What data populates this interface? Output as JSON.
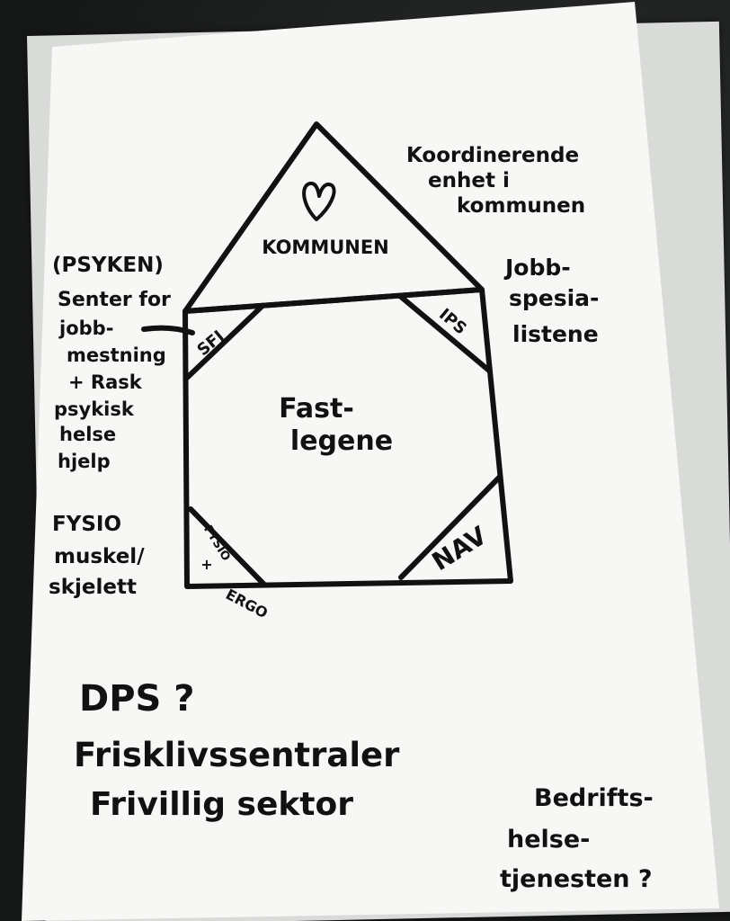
{
  "house": {
    "roof_label": "KOMMUNEN",
    "center_label_line1": "Fast-",
    "center_label_line2": "legene",
    "corner_top_left": "SFJ",
    "corner_top_right": "IPS",
    "corner_bottom_left_line1": "FYSIO",
    "corner_bottom_left_line2": "+",
    "corner_bottom_left_line3": "ERGO",
    "corner_bottom_right": "NAV"
  },
  "notes": {
    "top_right": [
      "Koordinerende",
      "enhet i",
      "kommunen"
    ],
    "right": [
      "Jobb-",
      "spesia-",
      "listene"
    ],
    "left_top": [
      "(PSYKEN)",
      "Senter for",
      "jobb-",
      "mestning",
      "+ Rask",
      "psykisk",
      "helse",
      "hjelp"
    ],
    "left_bottom": [
      "FYSIO",
      "muskel/",
      "skjelett"
    ],
    "bottom_left": [
      "DPS ?",
      "Frisklivssentraler",
      "Frivillig sektor"
    ],
    "bottom_right": [
      "Bedrifts-",
      "helse-",
      "tjenesten ?"
    ]
  },
  "colors": {
    "ink": "#111111",
    "paper": "#f7f7f5",
    "background": "#1b1d1c"
  }
}
